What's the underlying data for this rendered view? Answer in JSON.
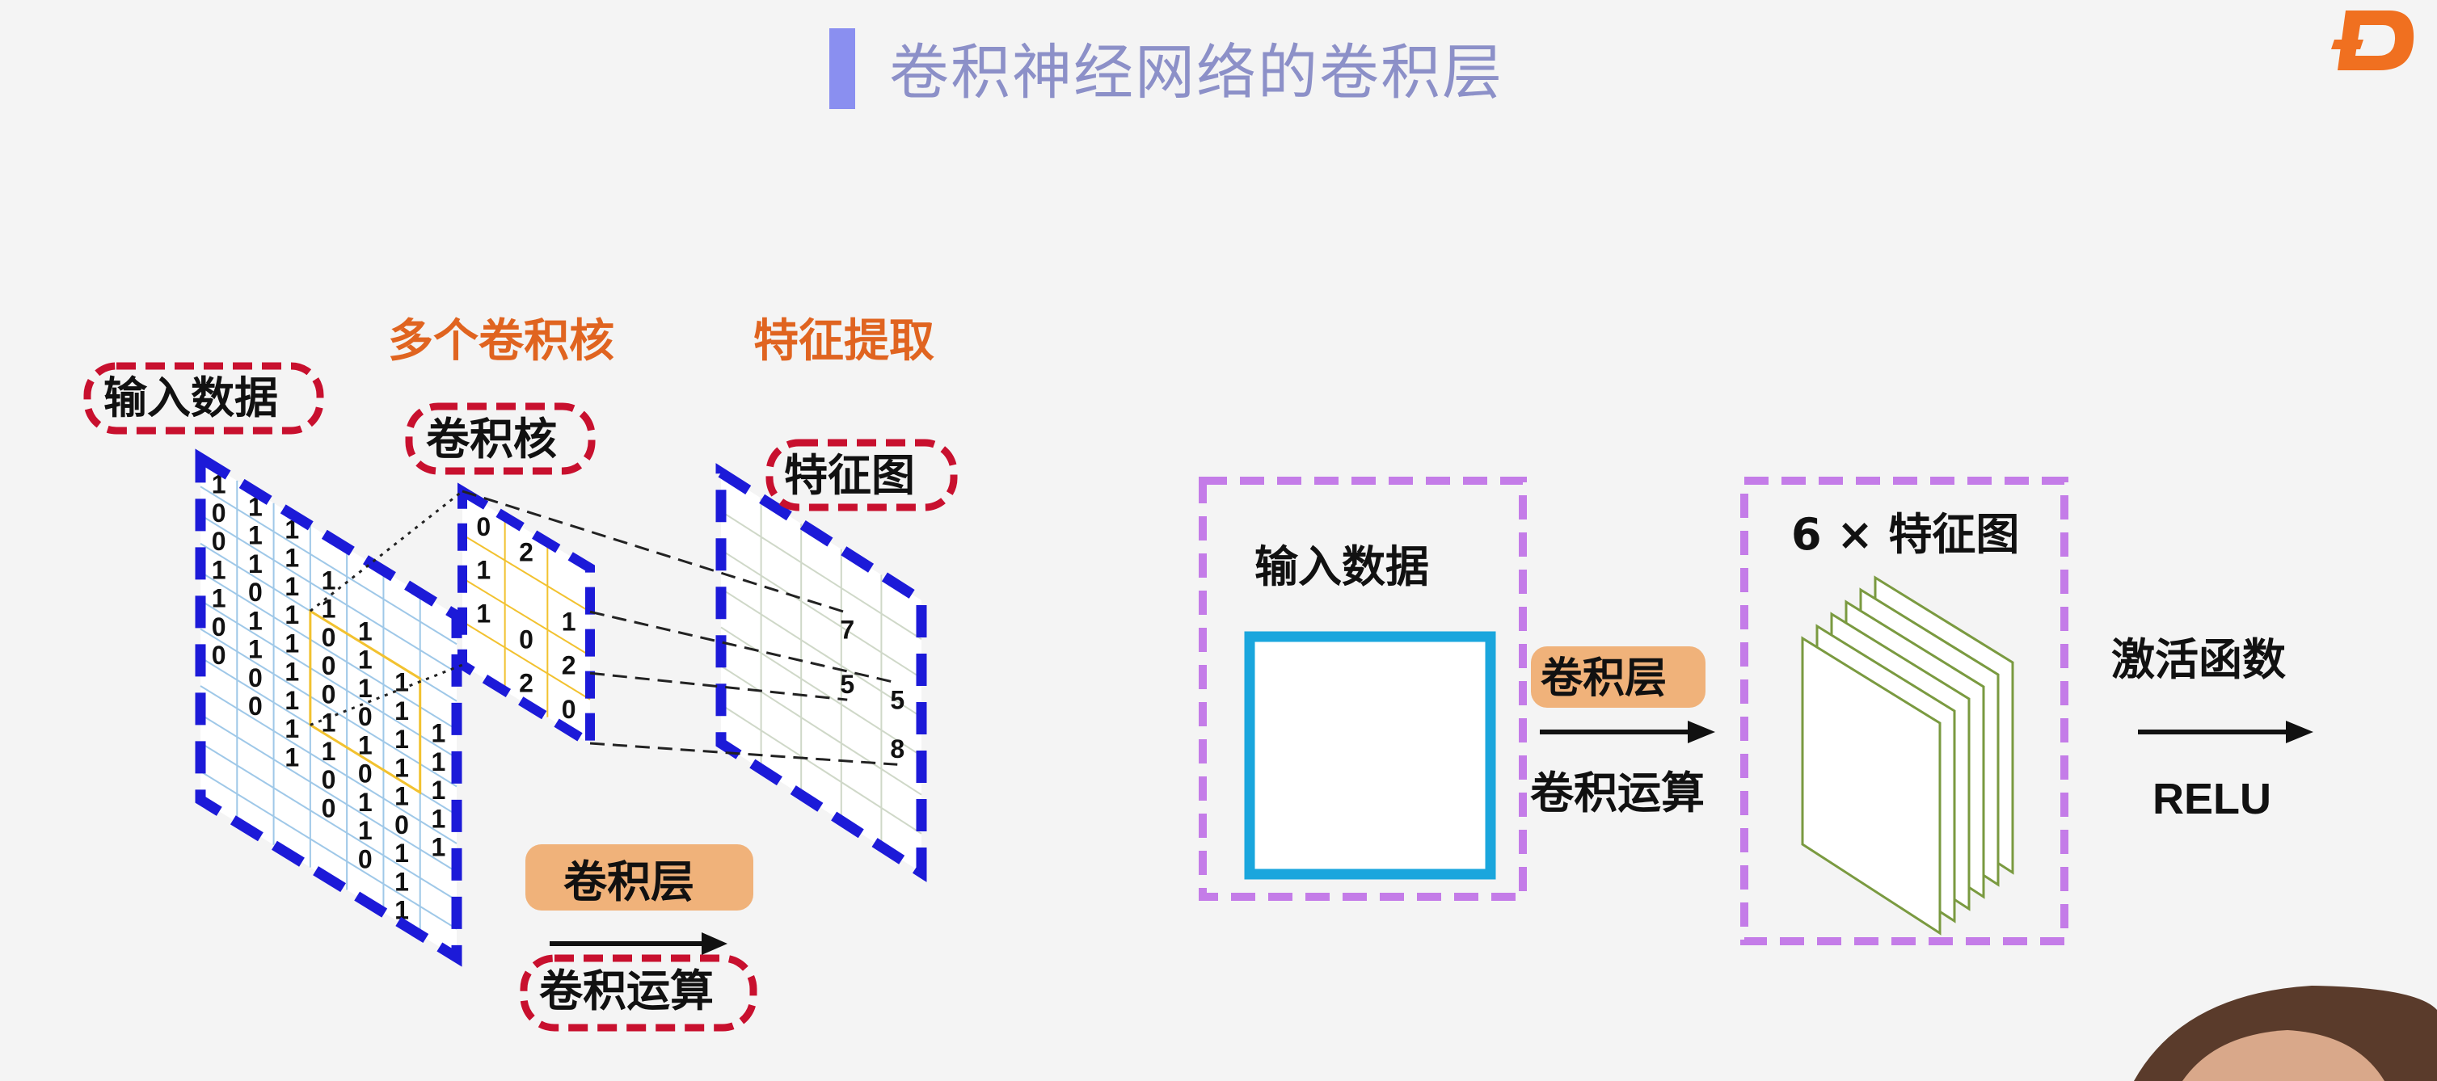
{
  "slide": {
    "title": "卷积神经网络的卷积层"
  },
  "left_diagram": {
    "input_label": "输入数据",
    "kernel_label": "卷积核",
    "feature_map_label": "特征图",
    "multi_kernel_caption": "多个卷积核",
    "feature_extraction_caption": "特征提取",
    "conv_layer_badge": "卷积层",
    "conv_op_label": "卷积运算",
    "input_grid": [
      [
        "1",
        "1",
        "1",
        "",
        "",
        "",
        ""
      ],
      [
        "0",
        "1",
        "1",
        "1",
        "",
        "",
        ""
      ],
      [
        "0",
        "1",
        "1",
        "1",
        "1",
        "",
        ""
      ],
      [
        "1",
        "0",
        "1",
        "0",
        "1",
        "1",
        ""
      ],
      [
        "1",
        "1",
        "1",
        "0",
        "1",
        "1",
        "1"
      ],
      [
        "0",
        "1",
        "1",
        "0",
        "0",
        "1",
        "1"
      ],
      [
        "0",
        "0",
        "1",
        "1",
        "1",
        "1",
        "1"
      ],
      [
        "",
        "0",
        "1",
        "1",
        "0",
        "1",
        "1"
      ],
      [
        "",
        "",
        "1",
        "0",
        "1",
        "0",
        "1"
      ],
      [
        "",
        "",
        "",
        "0",
        "1",
        "1",
        ""
      ],
      [
        "",
        "",
        "",
        "",
        "0",
        "1",
        ""
      ],
      [
        "",
        "",
        "",
        "",
        "",
        "1",
        ""
      ]
    ],
    "kernel_grid": [
      [
        "0",
        "2",
        ""
      ],
      [
        "1",
        "",
        "1"
      ],
      [
        "1",
        "0",
        "2"
      ],
      [
        "",
        "2",
        "0"
      ]
    ],
    "feature_values": [
      "7",
      "5",
      "5",
      "8"
    ]
  },
  "right_diagram": {
    "input_label": "输入数据",
    "conv_layer_badge": "卷积层",
    "conv_op_label": "卷积运算",
    "feature_maps_label": "6 × 特征图",
    "activation_label": "激活函数",
    "relu_label": "RELU"
  },
  "colors": {
    "blue_dash": "#1c1ad8",
    "purple_dash": "#c47ce8",
    "red_dash": "#c8102e",
    "orange_badge": "#f0b27a",
    "cyan_box": "#1aa6dd",
    "green_map": "#7a9a40",
    "title": "#8c90c8",
    "accent": "#e06420"
  }
}
